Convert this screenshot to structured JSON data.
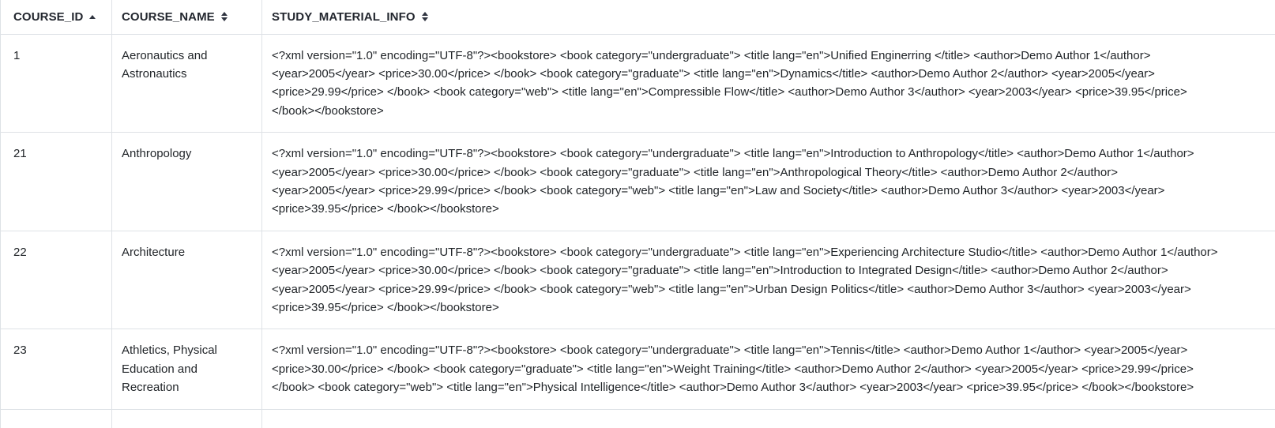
{
  "table": {
    "columns": [
      {
        "label": "COURSE_ID",
        "sort": "ascending"
      },
      {
        "label": "COURSE_NAME",
        "sort": "unsorted"
      },
      {
        "label": "STUDY_MATERIAL_INFO",
        "sort": "unsorted"
      }
    ],
    "rows": [
      {
        "course_id": "1",
        "course_name": "Aeronautics and Astronautics",
        "study_material_info": "<?xml version=\"1.0\" encoding=\"UTF-8\"?><bookstore> <book category=\"undergraduate\"> <title lang=\"en\">Unified Enginerring </title> <author>Demo Author 1</author> <year>2005</year> <price>30.00</price> </book> <book category=\"graduate\"> <title lang=\"en\">Dynamics</title> <author>Demo Author 2</author> <year>2005</year> <price>29.99</price> </book> <book category=\"web\"> <title lang=\"en\">Compressible Flow</title> <author>Demo Author 3</author> <year>2003</year> <price>39.95</price> </book></bookstore>"
      },
      {
        "course_id": "21",
        "course_name": "Anthropology",
        "study_material_info": "<?xml version=\"1.0\" encoding=\"UTF-8\"?><bookstore> <book category=\"undergraduate\"> <title lang=\"en\">Introduction to Anthropology</title> <author>Demo Author 1</author> <year>2005</year> <price>30.00</price> </book> <book category=\"graduate\"> <title lang=\"en\">Anthropological Theory</title> <author>Demo Author 2</author> <year>2005</year> <price>29.99</price> </book> <book category=\"web\"> <title lang=\"en\">Law and Society</title> <author>Demo Author 3</author> <year>2003</year> <price>39.95</price> </book></bookstore>"
      },
      {
        "course_id": "22",
        "course_name": "Architecture",
        "study_material_info": "<?xml version=\"1.0\" encoding=\"UTF-8\"?><bookstore> <book category=\"undergraduate\"> <title lang=\"en\">Experiencing Architecture Studio</title> <author>Demo Author 1</author> <year>2005</year> <price>30.00</price> </book> <book category=\"graduate\"> <title lang=\"en\">Introduction to Integrated Design</title> <author>Demo Author 2</author> <year>2005</year> <price>29.99</price> </book> <book category=\"web\"> <title lang=\"en\">Urban Design Politics</title> <author>Demo Author 3</author> <year>2003</year> <price>39.95</price> </book></bookstore>"
      },
      {
        "course_id": "23",
        "course_name": "Athletics, Physical Education and Recreation",
        "study_material_info": "<?xml version=\"1.0\" encoding=\"UTF-8\"?><bookstore> <book category=\"undergraduate\"> <title lang=\"en\">Tennis</title> <author>Demo Author 1</author> <year>2005</year> <price>30.00</price> </book> <book category=\"graduate\"> <title lang=\"en\">Weight Training</title> <author>Demo Author 2</author> <year>2005</year> <price>29.99</price> </book> <book category=\"web\"> <title lang=\"en\">Physical Intelligence</title> <author>Demo Author 3</author> <year>2003</year> <price>39.95</price> </book></bookstore>"
      }
    ]
  },
  "colors": {
    "text": "#212529",
    "header_text": "#22262e",
    "border": "#dee2e6",
    "background": "#ffffff",
    "sort_icon": "#2f3440"
  },
  "icons": {
    "course_id_sort": "sort-ascending-icon",
    "course_name_sort": "sort-both-icon",
    "study_material_info_sort": "sort-both-icon"
  }
}
